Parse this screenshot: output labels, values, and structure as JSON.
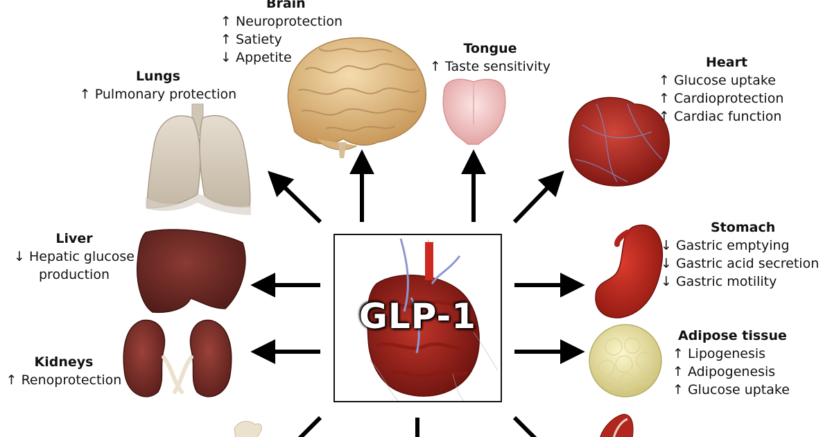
{
  "center": {
    "label": "GLP-1"
  },
  "organs": {
    "brain": {
      "title": "Brain",
      "effects": [
        "↑ Neuroprotection",
        "↑ Satiety",
        "↓ Appetite"
      ]
    },
    "tongue": {
      "title": "Tongue",
      "effects": [
        "↑ Taste sensitivity"
      ]
    },
    "lungs": {
      "title": "Lungs",
      "effects": [
        "↑ Pulmonary protection"
      ]
    },
    "heart": {
      "title": "Heart",
      "effects": [
        "↑ Glucose uptake",
        "↑ Cardioprotection",
        "↑ Cardiac function"
      ]
    },
    "liver": {
      "title": "Liver",
      "effects": [
        "↓ Hepatic glucose",
        "production"
      ]
    },
    "stomach": {
      "title": "Stomach",
      "effects": [
        "↓ Gastric emptying",
        "↓ Gastric acid secretion",
        "↓ Gastric motility"
      ]
    },
    "kidneys": {
      "title": "Kidneys",
      "effects": [
        "↑ Renoprotection"
      ]
    },
    "adipose": {
      "title": "Adipose tissue",
      "effects": [
        "↑ Lipogenesis",
        "↑ Adipogenesis",
        "↑ Glucose uptake"
      ]
    }
  },
  "colors": {
    "arrow": "#000000",
    "organ_red": "#b3261e",
    "liver_brown": "#6e2a26",
    "brain_tan": "#e2c08a",
    "adipose_yellow": "#ece7a8"
  }
}
